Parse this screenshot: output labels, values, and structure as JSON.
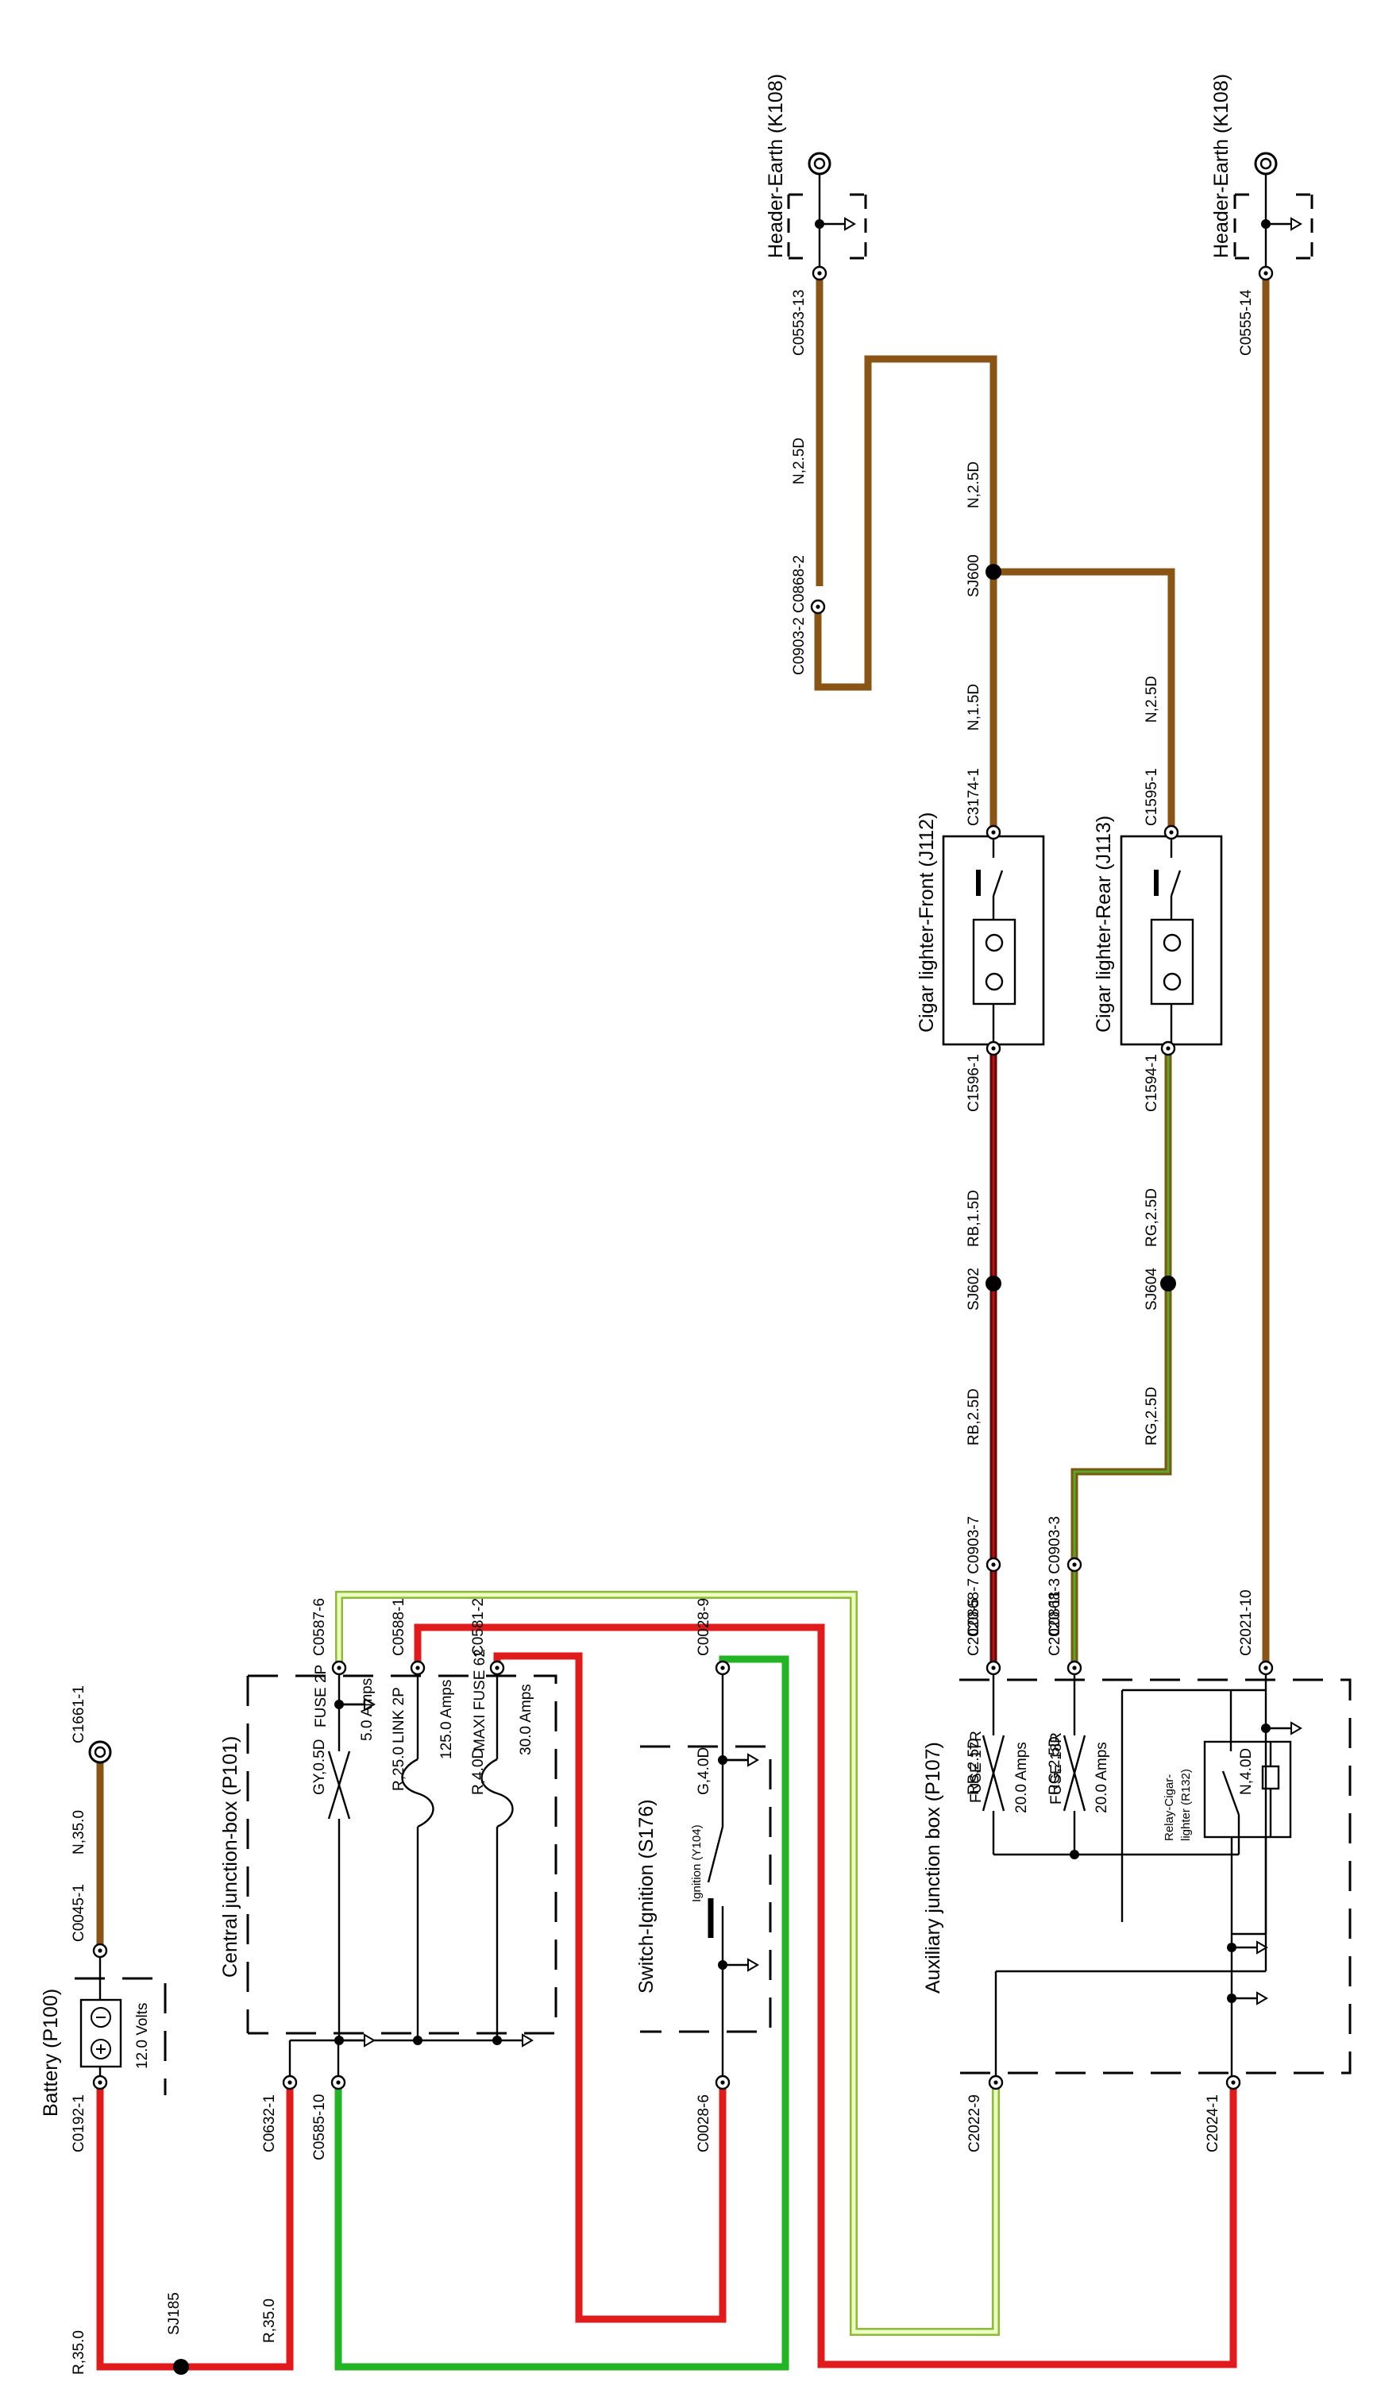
{
  "colors": {
    "red": "#e11b1b",
    "brown": "#8a5414",
    "green": "#22b422",
    "yellow_green": "#c8f090",
    "green_trace": "#5aa52a",
    "black_red": "#5a0a0a",
    "red_trace": "#c01010",
    "ground_brown": "#9c6a14",
    "ground_trace": "#c7a034"
  },
  "components": {
    "battery": {
      "title": "Battery (P100)",
      "voltage": "12.0 Volts"
    },
    "central_jb": {
      "title": "Central junction-box (P101)",
      "fuse_2p": "FUSE 2P",
      "fuse_2p_amps": "5.0 Amps",
      "link_2p": "LINK 2P",
      "link_2p_amps": "125.0 Amps",
      "maxi_fuse_62": "MAXI FUSE 62",
      "maxi_fuse_62_amps": "30.0 Amps"
    },
    "ignition_switch": {
      "title": "Switch-Ignition (S176)",
      "sub": "Ignition (Y104)"
    },
    "aux_jb": {
      "title": "Auxiliary junction box (P107)",
      "fuse_17r": "FUSE 17R",
      "fuse_17r_amps": "20.0 Amps",
      "fuse_18r": "FUSE 18R",
      "fuse_18r_amps": "20.0 Amps",
      "relay_line1": "Relay-Cigar-",
      "relay_line2": "lighter (R132)"
    },
    "lighter_front": {
      "title": "Cigar lighter-Front (J112)"
    },
    "lighter_rear": {
      "title": "Cigar lighter-Rear (J113)"
    },
    "earth_1": {
      "title": "Header-Earth (K108)"
    },
    "earth_2": {
      "title": "Header-Earth (K108)"
    }
  },
  "connectors": {
    "c0192_1": "C0192-1",
    "c0045_1": "C0045-1",
    "c1661_1": "C1661-1",
    "c0632_1": "C0632-1",
    "c0585_10": "C0585-10",
    "c0587_6": "C0587-6",
    "c0588_1": "C0588-1",
    "c0581_2": "C0581-2",
    "c0028_6": "C0028-6",
    "c0028_9": "C0028-9",
    "c2022_9": "C2022-9",
    "c2024_1": "C2024-1",
    "c2020_5": "C2020-5",
    "c2020_11": "C2020-11",
    "c2021_10": "C2021-10",
    "c0868_7_c0903_7": "C0868-7 C0903-7",
    "c0868_3_c0903_3": "C0868-3 C0903-3",
    "c1596_1": "C1596-1",
    "c3174_1": "C3174-1",
    "c1594_1": "C1594-1",
    "c1595_1": "C1595-1",
    "c0903_2_c0868_2": "C0903-2 C0868-2",
    "c0553_13": "C0553-13",
    "c0555_14": "C0555-14"
  },
  "wires": {
    "r_35_0_a": "R,35.0",
    "r_35_0_b": "R,35.0",
    "n_35_0": "N,35.0",
    "gy_0_5d": "GY,0.5D",
    "r_25_0": "R,25.0",
    "r_4_0d": "R,4.0D",
    "g_4_0d": "G,4.0D",
    "rb_2_5d_a": "RB,2.5D",
    "rb_2_5d_b": "RB,2.5D",
    "rg_2_5d_a": "RG,2.5D",
    "rg_2_5d_b": "RG,2.5D",
    "n_4_0d": "N,4.0D",
    "rb_1_5d": "RB,1.5D",
    "rg_2_5d_c": "RG,2.5D",
    "n_1_5d": "N,1.5D",
    "n_2_5d_a": "N,2.5D",
    "n_2_5d_b": "N,2.5D",
    "n_2_5d_c": "N,2.5D"
  },
  "splices": {
    "sj185": "SJ185",
    "sj602": "SJ602",
    "sj604": "SJ604",
    "sj600": "SJ600"
  }
}
